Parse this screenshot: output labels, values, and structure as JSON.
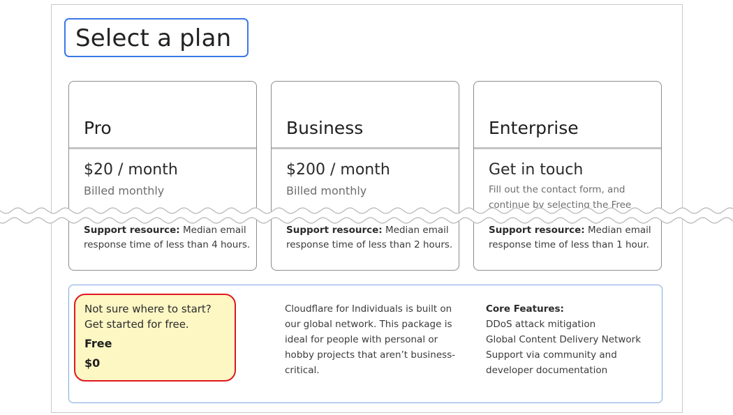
{
  "page": {
    "title": "Select a plan"
  },
  "plans": [
    {
      "name": "Pro",
      "price": "$20 / month",
      "billing": "Billed monthly",
      "support_label": "Support resource:",
      "support_text_line1": " Median email",
      "support_text_line2": "response time of less than 4 hours."
    },
    {
      "name": "Business",
      "price": "$200 / month",
      "billing": "Billed monthly",
      "support_label": "Support resource:",
      "support_text_line1": " Median email",
      "support_text_line2": "response time of less than 2 hours."
    },
    {
      "name": "Enterprise",
      "price": "Get in touch",
      "billing": "Fill out the contact form, and continue by selecting the Free",
      "support_label": "Support resource:",
      "support_text_line1": " Median email",
      "support_text_line2": "response time of less than 1 hour."
    }
  ],
  "free_plan": {
    "intro_line1": "Not sure where to start?",
    "intro_line2": "Get started for free.",
    "name": "Free",
    "price": "$0",
    "description": "Cloudflare for Individuals is built on our global network. This package is ideal for people with personal or hobby projects that aren’t business-critical.",
    "features_title": "Core Features:",
    "features": [
      "DDoS attack mitigation",
      "Global Content Delivery Network",
      "Support via community and developer documentation"
    ]
  },
  "colors": {
    "title_border": "#3a78e6",
    "free_border": "#e0161e",
    "free_fill": "#fdf7c4",
    "panel_border": "#7fa9e0"
  }
}
